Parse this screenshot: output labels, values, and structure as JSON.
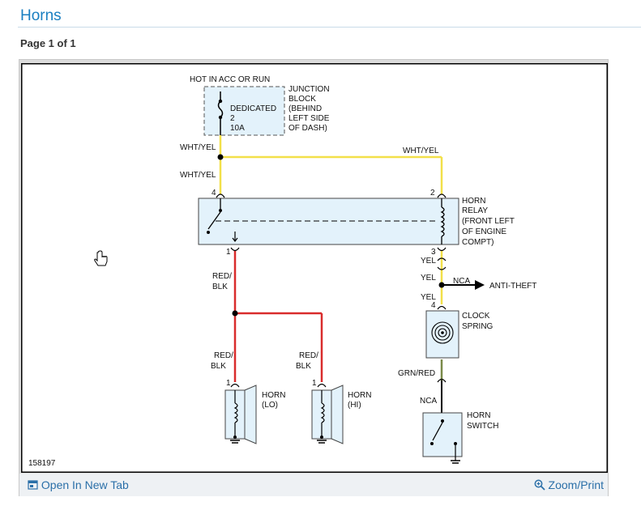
{
  "header": {
    "title": "Horns",
    "page_label": "Page 1 of 1"
  },
  "diagram": {
    "hot_label": "HOT IN ACC OR RUN",
    "fuse": {
      "line1": "DEDICATED",
      "line2": "2",
      "line3": "10A"
    },
    "junction": [
      "JUNCTION",
      "BLOCK",
      "(BEHIND",
      "LEFT SIDE",
      "OF DASH)"
    ],
    "wires": {
      "wht_yel_1": "WHT/YEL",
      "wht_yel_2": "WHT/YEL",
      "wht_yel_3": "WHT/YEL",
      "red_blk_top_1": "RED/",
      "red_blk_top_2": "BLK",
      "red_blk_lo_1": "RED/",
      "red_blk_lo_2": "BLK",
      "red_blk_hi_1": "RED/",
      "red_blk_hi_2": "BLK",
      "yel_1": "YEL",
      "yel_2": "YEL",
      "yel_3": "YEL",
      "grn_red": "GRN/RED",
      "nca_1": "NCA",
      "nca_2": "NCA"
    },
    "pins": {
      "relay_4": "4",
      "relay_2": "2",
      "relay_1": "1",
      "relay_3": "3",
      "clock_4": "4",
      "lo_1": "1",
      "hi_1": "1"
    },
    "relay": [
      "HORN",
      "RELAY",
      "(FRONT LEFT",
      "OF ENGINE",
      "COMPT)"
    ],
    "anti_theft": "ANTI-THEFT",
    "clock_spring": [
      "CLOCK",
      "SPRING"
    ],
    "horn_lo": [
      "HORN",
      "(LO)"
    ],
    "horn_hi": [
      "HORN",
      "(HI)"
    ],
    "horn_switch": [
      "HORN",
      "SWITCH"
    ],
    "diagram_id": "158197"
  },
  "footer": {
    "open_tab": "Open In New Tab",
    "zoom_print": "Zoom/Print"
  },
  "colors": {
    "link": "#2a6fa8",
    "title": "#1a7fc1",
    "wire_yellow": "#f2e04a",
    "wire_red": "#d92c2c",
    "component_fill": "#e3f2fb"
  },
  "icons": {
    "open_tab": "open-new-tab-icon",
    "zoom": "zoom-icon",
    "cursor": "hand-cursor-icon"
  }
}
